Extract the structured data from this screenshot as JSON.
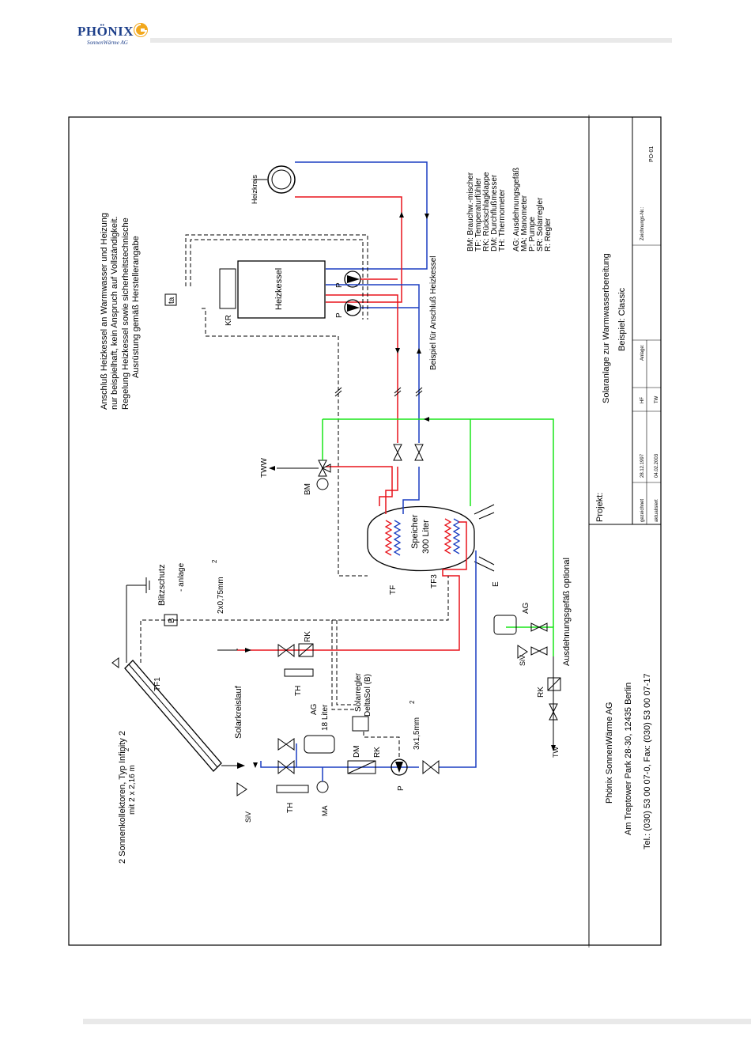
{
  "brand": {
    "name": "PHÖNIX",
    "tagline": "SonnenWärme AG"
  },
  "notes": {
    "lines": [
      "Anschluß Heizkessel an Warmwasser und Heizung",
      "nur beispielhaft, kein Anspruch auf Vollständigkeit.",
      "Regelung Heizkessel sowie sicherheitstechnische",
      "Ausrüstung gemäß Herstellerangabe"
    ]
  },
  "labels": {
    "heizkreis": "Heizkreis",
    "heizkessel": "Heizkessel",
    "beispiel": "Beispiel für Anschluß Heizkessel",
    "kr": "KR",
    "ta": "ta",
    "p1": "P",
    "p2": "P",
    "tww": "TWW",
    "bm": "BM",
    "speicher1": "Speicher",
    "speicher2": "300 Liter",
    "tf": "TF",
    "tf3": "TF3",
    "e": "E",
    "ausdehnung": "Ausdehnungsgefäß optional",
    "ag": "AG",
    "siv": "SiV",
    "rk": "RK",
    "tw": "TW",
    "blitz1": "Blitzschutz",
    "blitz2": "- anlage",
    "b": "B",
    "wire1": "2x0,75mm",
    "wire1_sup": "2",
    "rk2": "RK",
    "tf1": "TF1",
    "th": "TH",
    "solarkreis": "Solarkreislauf",
    "regler1": "Solarregler",
    "regler2": "DeltaSol (B)",
    "ag2_1": "AG",
    "ag2_2": "18 Liter",
    "wire2": "3x1,5mm",
    "wire2_sup": "2",
    "dm": "DM",
    "rk3": "RK",
    "p3": "P",
    "th2": "TH",
    "ma": "MA",
    "siv2": "SiV",
    "collector1": "2 Sonnenkollektoren, Typ Infinity 2",
    "collector2": "mit 2 x 2,16 m",
    "collector_sup": "2"
  },
  "legend": [
    "BM: Brauchw.-mischer",
    "TF: Temperaturfühler",
    "RK: Rückschlagklappe",
    "DM: Durchflußmesser",
    "TH: Thermometer",
    "AG: Ausdehnungsgefäß",
    "MA: Manometer",
    "P: Pumpe",
    "SR: Solarregler",
    "R: Regler"
  ],
  "title_block": {
    "title": "Solaranlage zur Warmwasserbereitung",
    "subtitle": "Beispiel: Classic",
    "projekt": "Projekt:",
    "anlage": "Anlage:",
    "zeichnung": "Zeichnungs-Nr.:",
    "zeichnung_nr": "PO-01",
    "gezeichnet": "gezeichnet",
    "gezeichnet_date": "28.12.1997",
    "gezeichnet_by": "HF",
    "aktualisiert": "aktualisiert",
    "aktualisiert_date": "04.02.2003",
    "aktualisiert_by": "TW",
    "company": "Phönix SonnenWärme AG",
    "address": "Am Treptower Park 28-30, 12435 Berlin",
    "phone": "Tel.: (030) 53 00 07-0, Fax: (030) 53 00 07-17"
  },
  "colors": {
    "hot": "#e8141c",
    "cold": "#1b3ec2",
    "glycol": "#19e619",
    "line": "#000000",
    "brand": "#1d3f8a",
    "sun": "#f2a81d"
  }
}
